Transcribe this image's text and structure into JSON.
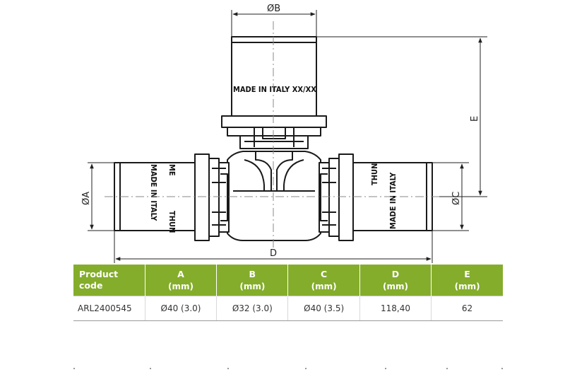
{
  "drawing": {
    "dimension_labels": {
      "a": "ØA",
      "b": "ØB",
      "c": "ØC",
      "d": "D",
      "e": "E"
    },
    "markings": {
      "made_in_italy": "MADE IN ITALY",
      "date_code": "XX/XX",
      "brand": "THUN",
      "brand_short": "ME"
    }
  },
  "table": {
    "headers": [
      {
        "label": "Product code",
        "unit": ""
      },
      {
        "label": "A",
        "unit": "(mm)"
      },
      {
        "label": "B",
        "unit": "(mm)"
      },
      {
        "label": "C",
        "unit": "(mm)"
      },
      {
        "label": "D",
        "unit": "(mm)"
      },
      {
        "label": "E",
        "unit": "(mm)"
      }
    ],
    "rows": [
      [
        "ARL2400545",
        "Ø40 (3.0)",
        "Ø32 (3.0)",
        "Ø40 (3.5)",
        "118,40",
        "62"
      ]
    ]
  },
  "colors": {
    "header_bg": "#84ad2b",
    "header_text": "#ffffff",
    "line": "#1a1a1a"
  }
}
